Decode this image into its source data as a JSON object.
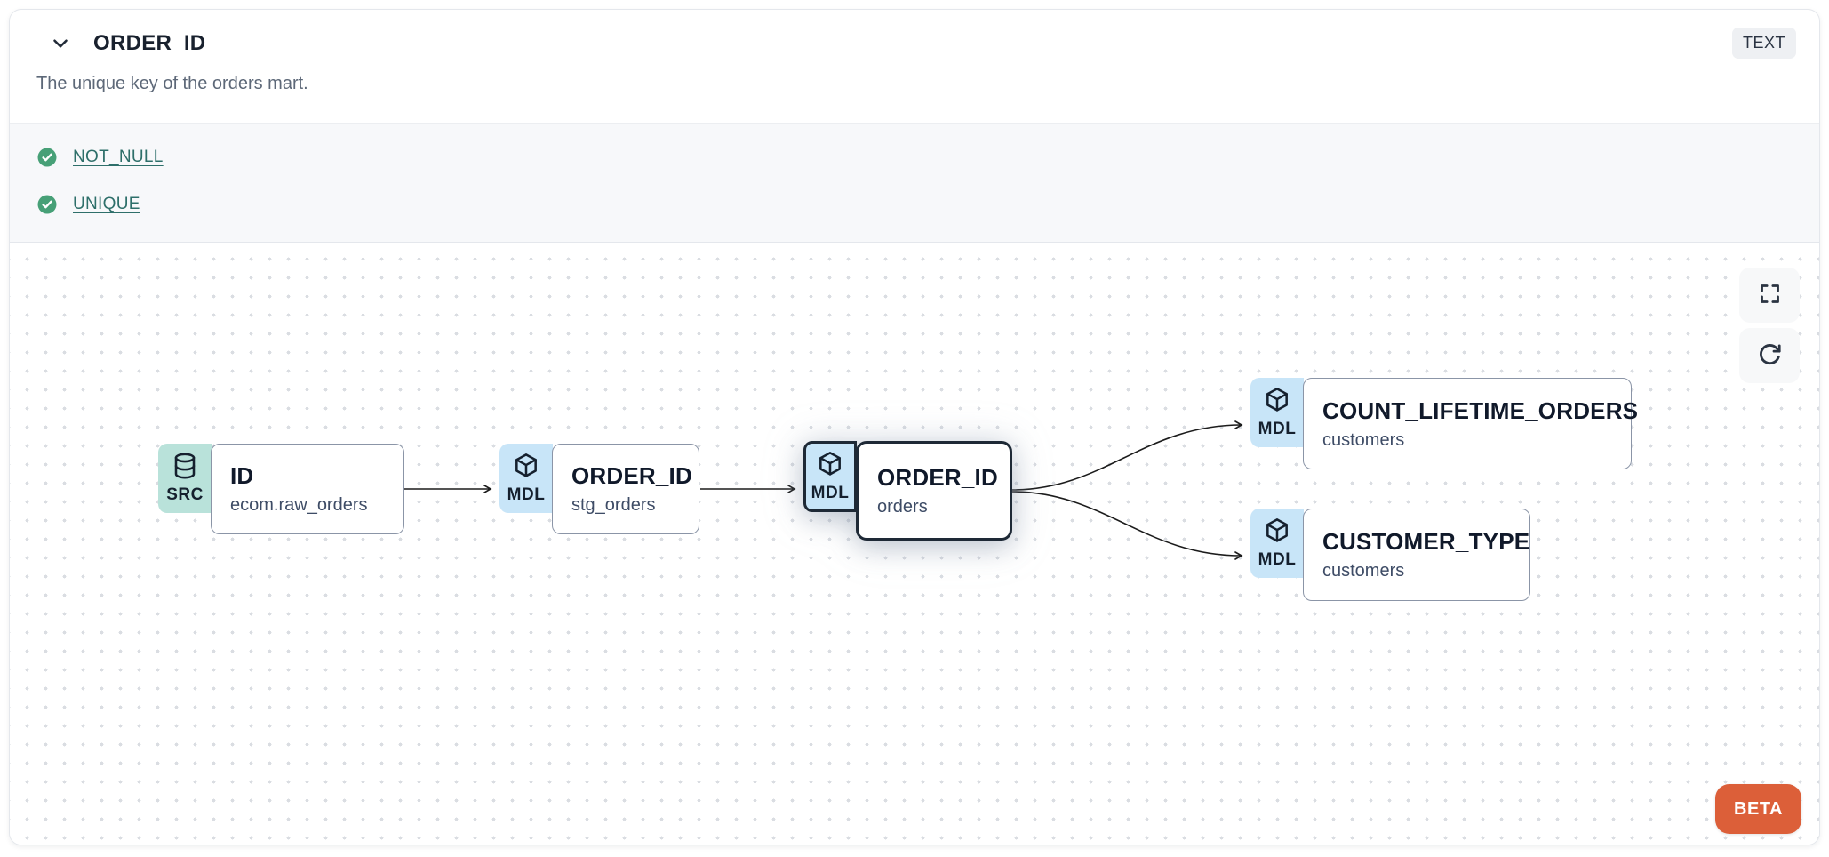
{
  "header": {
    "title": "ORDER_ID",
    "type_badge": "TEXT",
    "description": "The unique key of the orders mart."
  },
  "tests": [
    {
      "label": "NOT_NULL",
      "status": "pass"
    },
    {
      "label": "UNIQUE",
      "status": "pass"
    }
  ],
  "lineage": {
    "nodes": [
      {
        "kind": "SRC",
        "title": "ID",
        "subtitle": "ecom.raw_orders",
        "selected": false
      },
      {
        "kind": "MDL",
        "title": "ORDER_ID",
        "subtitle": "stg_orders",
        "selected": false
      },
      {
        "kind": "MDL",
        "title": "ORDER_ID",
        "subtitle": "orders",
        "selected": true
      },
      {
        "kind": "MDL",
        "title": "COUNT_LIFETIME_ORDERS",
        "subtitle": "customers",
        "selected": false
      },
      {
        "kind": "MDL",
        "title": "CUSTOMER_TYPE",
        "subtitle": "customers",
        "selected": false
      }
    ],
    "edges": [
      {
        "from": "ID (ecom.raw_orders)",
        "to": "ORDER_ID (stg_orders)"
      },
      {
        "from": "ORDER_ID (stg_orders)",
        "to": "ORDER_ID (orders)"
      },
      {
        "from": "ORDER_ID (orders)",
        "to": "COUNT_LIFETIME_ORDERS (customers)"
      },
      {
        "from": "ORDER_ID (orders)",
        "to": "CUSTOMER_TYPE (customers)"
      }
    ]
  },
  "controls": {
    "beta_label": "BETA"
  },
  "icons": {
    "header_collapse": "chevron-down-icon",
    "source_node": "database-icon",
    "model_node": "cube-icon",
    "test_status": "check-circle-icon",
    "canvas_top": "fullscreen-icon",
    "canvas_bottom": "refresh-icon"
  },
  "colors": {
    "src_badge": "#b9e2da",
    "mdl_badge": "#c8e5f8",
    "node_border": "#8b95a7",
    "selected_border": "#1e2936",
    "test_pass_green": "#47a077",
    "test_link_teal": "#2e6f6a",
    "beta_orange": "#dc5f39",
    "type_badge_bg": "#eef0f3",
    "tests_section_bg": "#f7f8fa"
  }
}
